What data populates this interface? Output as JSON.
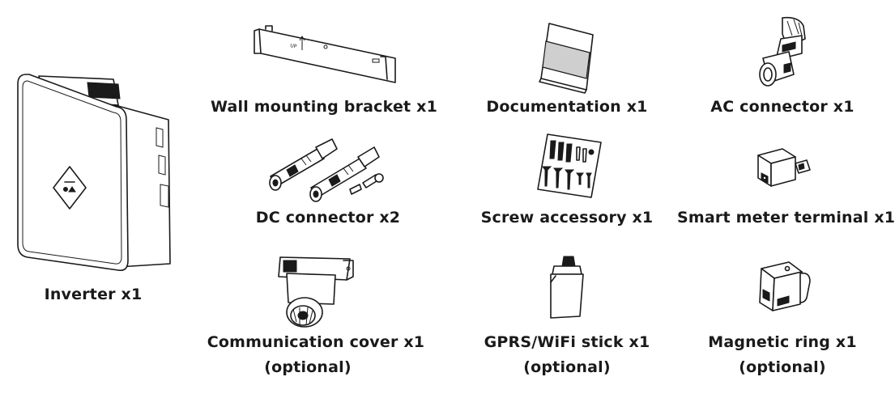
{
  "items": {
    "inverter": {
      "label": "Inverter x1"
    },
    "wall_bracket": {
      "label": "Wall mounting bracket x1"
    },
    "documentation": {
      "label": "Documentation x1"
    },
    "ac_connector": {
      "label": "AC connector x1"
    },
    "dc_connector": {
      "label": "DC connector x2"
    },
    "screw_accessory": {
      "label": "Screw accessory x1"
    },
    "smart_meter_terminal": {
      "label": "Smart meter terminal x1"
    },
    "communication_cover": {
      "label": "Communication cover x1",
      "note": "(optional)"
    },
    "gprs_wifi_stick": {
      "label": "GPRS/WiFi stick x1",
      "note": "(optional)"
    },
    "magnetic_ring": {
      "label": "Magnetic ring x1",
      "note": "(optional)"
    }
  },
  "icons": {
    "inverter": "inverter-icon",
    "wall_bracket": "wall-bracket-icon",
    "documentation": "documentation-icon",
    "ac_connector": "ac-connector-icon",
    "dc_connector": "dc-connector-icon",
    "screw_accessory": "screw-accessory-icon",
    "smart_meter_terminal": "smart-meter-terminal-icon",
    "communication_cover": "communication-cover-icon",
    "gprs_wifi_stick": "gprs-wifi-stick-icon",
    "magnetic_ring": "magnetic-ring-icon"
  }
}
